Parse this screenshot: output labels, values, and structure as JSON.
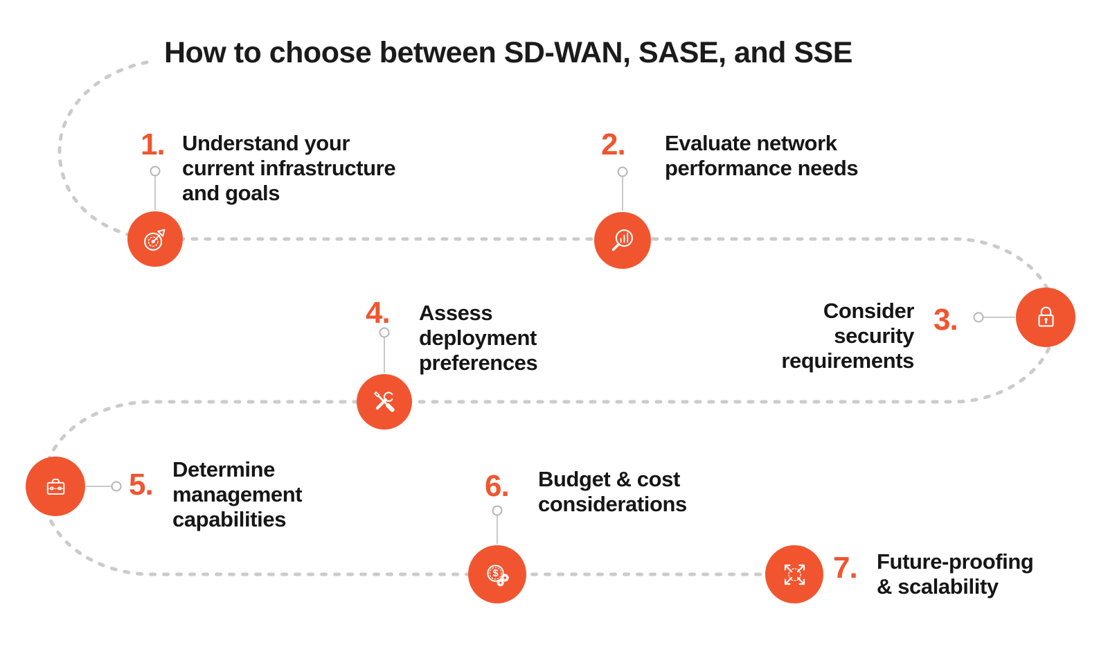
{
  "title": "How to choose between SD-WAN, SASE, and SSE",
  "colors": {
    "accent": "#F1552F",
    "text": "#1B1B1B",
    "path_gray": "#CBCBCB"
  },
  "steps": [
    {
      "number": "1.",
      "icon": "target-icon",
      "lines": [
        "Understand your",
        "current infrastructure",
        "and goals"
      ]
    },
    {
      "number": "2.",
      "icon": "magnifier-chart-icon",
      "lines": [
        "Evaluate network",
        "performance needs"
      ]
    },
    {
      "number": "3.",
      "icon": "lock-icon",
      "lines": [
        "Consider",
        "security",
        "requirements"
      ]
    },
    {
      "number": "4.",
      "icon": "tools-icon",
      "lines": [
        "Assess",
        "deployment",
        "preferences"
      ]
    },
    {
      "number": "5.",
      "icon": "briefcase-icon",
      "lines": [
        "Determine",
        "management",
        "capabilities"
      ]
    },
    {
      "number": "6.",
      "icon": "money-gears-icon",
      "lines": [
        "Budget & cost",
        "considerations"
      ]
    },
    {
      "number": "7.",
      "icon": "expand-arrows-icon",
      "lines": [
        "Future-proofing",
        "& scalability"
      ]
    }
  ],
  "icon_glyphs": {
    "dollar": "$"
  }
}
